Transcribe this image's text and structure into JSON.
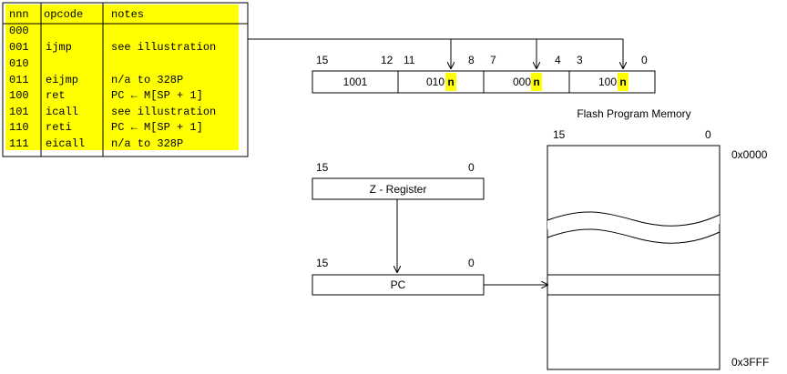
{
  "opcode_table": {
    "headers": [
      "nnn",
      "opcode",
      "notes"
    ],
    "rows": [
      {
        "nnn": "000",
        "opcode": "",
        "notes": ""
      },
      {
        "nnn": "001",
        "opcode": "ijmp",
        "notes": "see illustration"
      },
      {
        "nnn": "010",
        "opcode": "",
        "notes": ""
      },
      {
        "nnn": "011",
        "opcode": "eijmp",
        "notes": "n/a to 328P"
      },
      {
        "nnn": "100",
        "opcode": "ret",
        "notes": "PC ← M[SP + 1]"
      },
      {
        "nnn": "101",
        "opcode": "icall",
        "notes": "see illustration"
      },
      {
        "nnn": "110",
        "opcode": "reti",
        "notes": "PC ← M[SP + 1]"
      },
      {
        "nnn": "111",
        "opcode": "eicall",
        "notes": "n/a to 328P"
      }
    ],
    "highlight_color": "#ffff00"
  },
  "instruction_word": {
    "bit_labels": [
      "15",
      "12",
      "11",
      "8",
      "7",
      "4",
      "3",
      "0"
    ],
    "fields": [
      {
        "prefix": "1001",
        "suffix": ""
      },
      {
        "prefix": "010",
        "suffix": "n"
      },
      {
        "prefix": "000",
        "suffix": "n"
      },
      {
        "prefix": "100",
        "suffix": "n"
      }
    ]
  },
  "z_register": {
    "label": "Z - Register",
    "bit_high": "15",
    "bit_low": "0"
  },
  "pc_register": {
    "label": "PC",
    "bit_high": "15",
    "bit_low": "0"
  },
  "flash_memory": {
    "title": "Flash Program Memory",
    "bit_high": "15",
    "bit_low": "0",
    "addr_start": "0x0000",
    "addr_end": "0x3FFF"
  }
}
